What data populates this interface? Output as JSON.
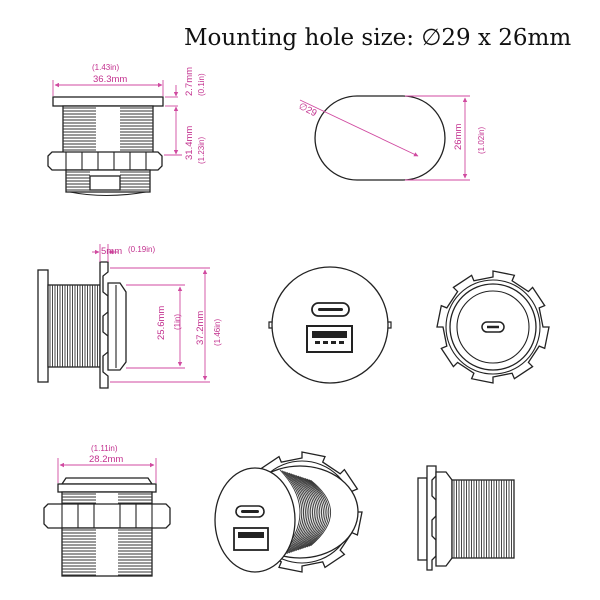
{
  "title": "Mounting hole size: ∅29 x 26mm",
  "dims": {
    "top_width_in": "(1.43in)",
    "top_width_mm": "36.3mm",
    "flange_mm": "2.7mm",
    "flange_in": "(0.1in)",
    "body_len_mm": "31.4mm",
    "body_len_in": "(1.23in)",
    "hole_dia": "∅29",
    "hole_flat_mm": "26mm",
    "hole_flat_in": "(1.02in)",
    "side_gap_mm": "5mm",
    "side_gap_in": "(0.19in)",
    "thread_dia_mm": "25.6mm",
    "thread_dia_in": "(1in)",
    "face_dia_mm": "37.2mm",
    "face_dia_in": "(1.46in)",
    "bottom_width_in": "(1.11in)",
    "bottom_width_mm": "28.2mm"
  }
}
